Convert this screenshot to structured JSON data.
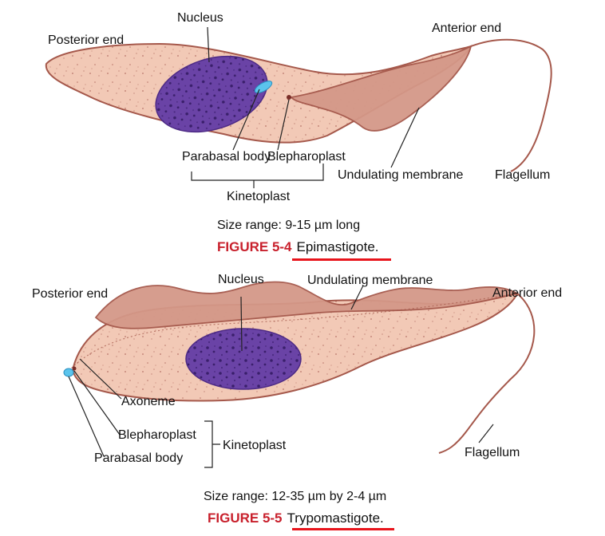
{
  "labels": {
    "epi_nucleus": "Nucleus",
    "epi_posterior": "Posterior end",
    "epi_anterior": "Anterior end",
    "epi_parabasal": "Parabasal body",
    "epi_blepharoplast": "Blepharoplast",
    "epi_undulating": "Undulating membrane",
    "epi_flagellum": "Flagellum",
    "epi_kinetoplast": "Kinetoplast",
    "epi_size": "Size range: 9-15 µm long",
    "epi_fig_num": "FIGURE 5-4",
    "epi_fig_name": "Epimastigote.",
    "try_nucleus": "Nucleus",
    "try_undulating": "Undulating membrane",
    "try_posterior": "Posterior end",
    "try_anterior": "Anterior end",
    "try_axoneme": "Axoneme",
    "try_blepharoplast": "Blepharoplast",
    "try_parabasal": "Parabasal body",
    "try_kinetoplast": "Kinetoplast",
    "try_flagellum": "Flagellum",
    "try_size": "Size range: 12-35 µm by 2-4 µm",
    "try_fig_num": "FIGURE 5-5",
    "try_fig_name": "Trypomastigote."
  },
  "colors": {
    "cell_fill": "#f2c9b6",
    "cell_outline": "#a5584b",
    "membrane": "#d49888",
    "nucleus": "#6a43a6",
    "nucleus_dots": "#3a1f6b",
    "parabasal": "#5bc4ec",
    "fig_number": "#c8202c",
    "underline": "#e8141c"
  }
}
